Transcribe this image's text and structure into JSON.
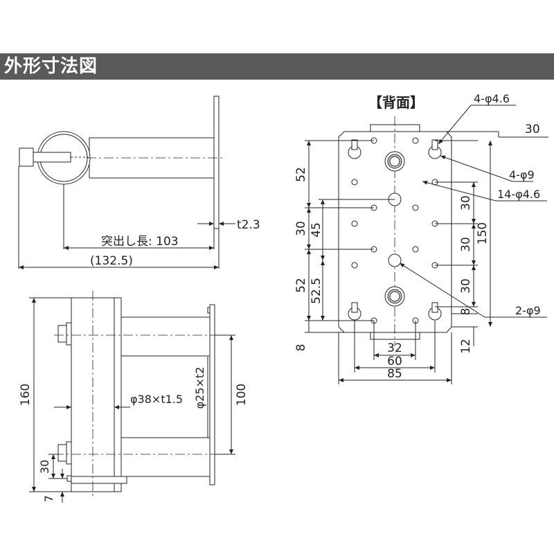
{
  "header": {
    "title": "外形寸法図"
  },
  "side_view": {
    "protrusion_label": "突出し長: 103",
    "overall_label": "(132.5)",
    "plate_thickness_label": "t2.3"
  },
  "top_view": {
    "height_label": "160",
    "pipe_label": "φ38×t1.5",
    "arm_label": "φ25×t2",
    "arm_spacing_label": "100",
    "bottom_offset_label": "30",
    "bottom_gap_label": "7"
  },
  "back_view": {
    "title": "【背面】",
    "callout_top_holes": "4-φ4.6",
    "callout_large_holes": "4-φ9",
    "callout_small_holes": "14-φ4.6",
    "callout_center_holes": "2-φ9",
    "dim_top_right": "30",
    "dim_left_52_top": "52",
    "dim_left_30": "30",
    "dim_left_45": "45",
    "dim_left_52_bottom": "52",
    "dim_left_52_5": "52.5",
    "dim_left_8": "8",
    "dim_right_30_a": "30",
    "dim_right_30_b": "30",
    "dim_right_30_c": "30",
    "dim_right_8": "8",
    "dim_right_12": "12",
    "dim_right_150": "150",
    "dim_bottom_32": "32",
    "dim_bottom_60": "60",
    "dim_bottom_85": "85"
  }
}
